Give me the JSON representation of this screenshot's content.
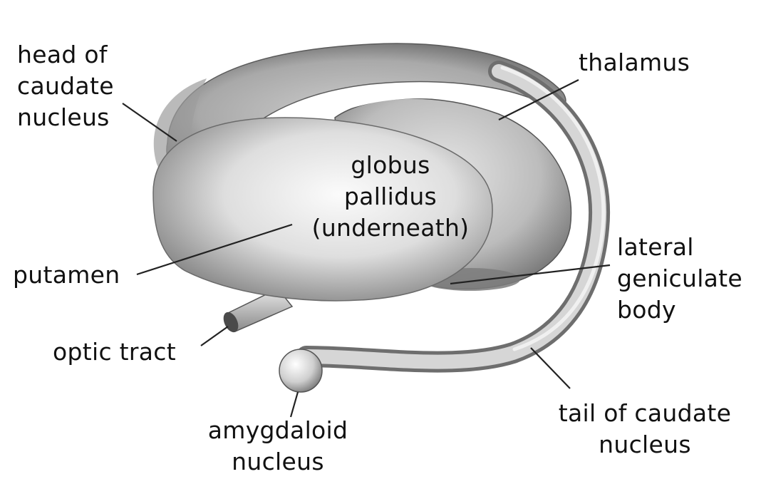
{
  "labels": {
    "head_of_caudate": [
      "head of",
      "caudate",
      "nucleus"
    ],
    "thalamus": [
      "thalamus"
    ],
    "globus_pallidus": [
      "globus",
      "pallidus",
      "(underneath)"
    ],
    "putamen": [
      "putamen"
    ],
    "lateral_geniculate": [
      "lateral",
      "geniculate",
      "body"
    ],
    "optic_tract": [
      "optic tract"
    ],
    "amygdaloid": [
      "amygdaloid",
      "nucleus"
    ],
    "tail_of_caudate": [
      "tail of caudate",
      "nucleus"
    ]
  },
  "colors": {
    "structure_light": "#f4f4f4",
    "structure_mid": "#bdbdbd",
    "structure_dark": "#6f6f6f",
    "leader_line": "#222222",
    "text": "#111111"
  }
}
